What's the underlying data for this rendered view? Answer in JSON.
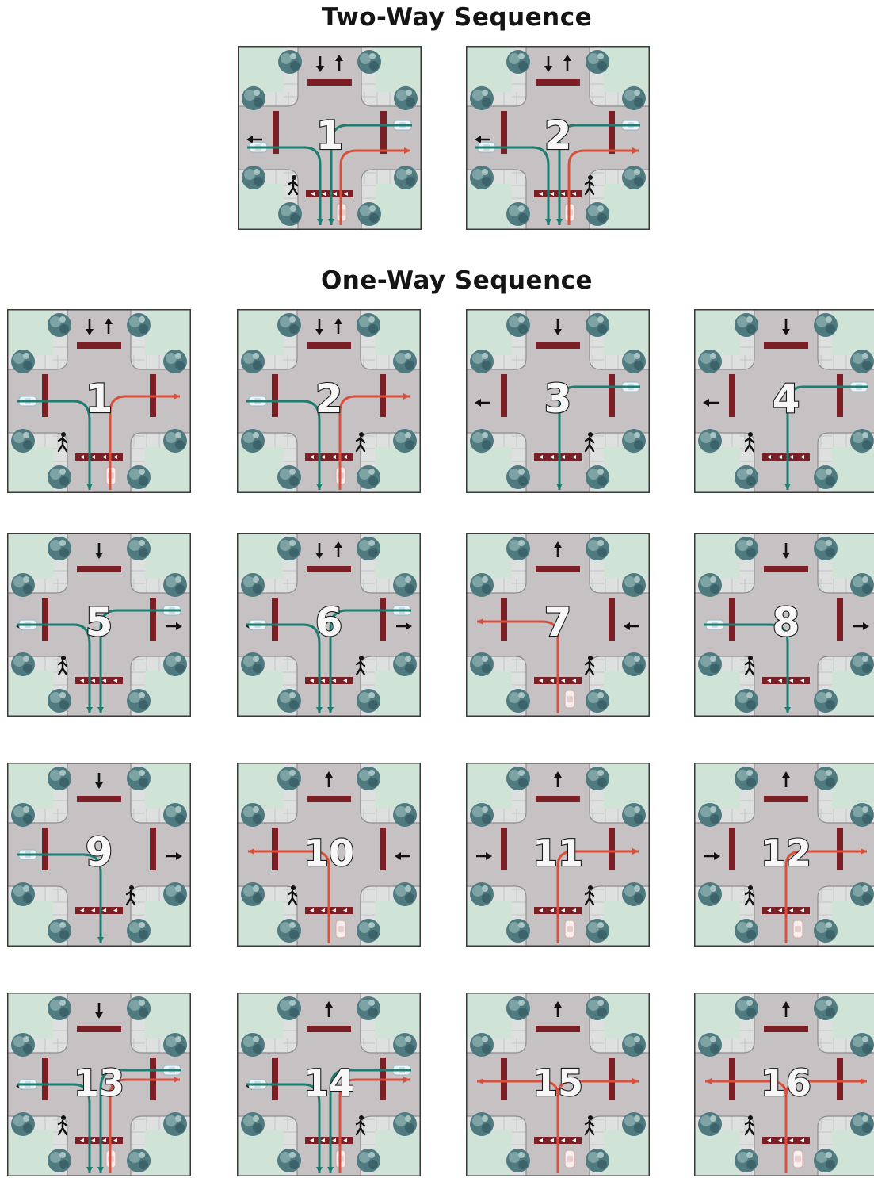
{
  "headings": {
    "two_way": "Two-Way Sequence",
    "one_way": "One-Way Sequence"
  },
  "colors": {
    "grass": "#cfe3d7",
    "sidewalk": "#dde0df",
    "road": "#c6c2c4",
    "stop_bar": "#7a1f26",
    "green_route": "#1f7c70",
    "red_route": "#d8503c",
    "tree": "#4f7b80",
    "frame": "#3a3a3a"
  },
  "two_way_sequence": [
    {
      "label": "1",
      "top_arrows": [
        "down",
        "up"
      ],
      "west_sign": "left",
      "east_sign": "",
      "pedestrian": "sw",
      "car_west": true,
      "car_east": true,
      "car_south": true,
      "routes": [
        "green:wE-s1",
        "green:e-s2",
        "red:s3-eE"
      ]
    },
    {
      "label": "2",
      "top_arrows": [
        "down",
        "up"
      ],
      "west_sign": "left",
      "east_sign": "",
      "pedestrian": "se",
      "car_west": true,
      "car_east": true,
      "car_south": true,
      "routes": [
        "green:wE-s1",
        "green:e-s2",
        "red:s3-eE"
      ]
    }
  ],
  "one_way_sequence": [
    {
      "label": "1",
      "top_arrows": [
        "down",
        "up"
      ],
      "west_sign": "",
      "east_sign": "",
      "pedestrian": "sw",
      "car_west": true,
      "car_east": false,
      "car_south": true,
      "routes": [
        "green:w-s1",
        "red:s3-eE"
      ]
    },
    {
      "label": "2",
      "top_arrows": [
        "down",
        "up"
      ],
      "west_sign": "",
      "east_sign": "",
      "pedestrian": "se",
      "car_west": true,
      "car_east": false,
      "car_south": true,
      "routes": [
        "green:w-s1",
        "red:s3-eE"
      ]
    },
    {
      "label": "3",
      "top_arrows": [
        "down"
      ],
      "west_sign": "left",
      "east_sign": "",
      "pedestrian": "se",
      "car_west": false,
      "car_east": true,
      "car_south": false,
      "routes": [
        "green:e-s2"
      ]
    },
    {
      "label": "4",
      "top_arrows": [
        "down"
      ],
      "west_sign": "left",
      "east_sign": "",
      "pedestrian": "sw",
      "car_west": false,
      "car_east": true,
      "car_south": false,
      "routes": [
        "green:e-s2"
      ]
    },
    {
      "label": "5",
      "top_arrows": [
        "down"
      ],
      "west_sign": "left",
      "east_sign": "right",
      "pedestrian": "sw",
      "car_west": true,
      "car_east": true,
      "car_south": false,
      "routes": [
        "green:w-s1",
        "green:e-s2"
      ]
    },
    {
      "label": "6",
      "top_arrows": [
        "down",
        "up"
      ],
      "west_sign": "left",
      "east_sign": "right",
      "pedestrian": "se",
      "car_west": true,
      "car_east": true,
      "car_south": false,
      "routes": [
        "green:w-s1",
        "green:e-s2"
      ]
    },
    {
      "label": "7",
      "top_arrows": [
        "up"
      ],
      "west_sign": "",
      "east_sign": "left",
      "pedestrian": "se",
      "car_west": false,
      "car_east": false,
      "car_south": true,
      "routes": [
        "red:s2-wW"
      ]
    },
    {
      "label": "8",
      "top_arrows": [
        "down"
      ],
      "west_sign": "",
      "east_sign": "right",
      "pedestrian": "sw",
      "car_west": true,
      "car_east": false,
      "car_south": false,
      "routes": [
        "green:w-s2"
      ]
    },
    {
      "label": "9",
      "top_arrows": [
        "down"
      ],
      "west_sign": "",
      "east_sign": "right",
      "pedestrian": "se",
      "car_west": true,
      "car_east": false,
      "car_south": false,
      "routes": [
        "green:w-s2"
      ]
    },
    {
      "label": "10",
      "top_arrows": [
        "up"
      ],
      "west_sign": "",
      "east_sign": "left",
      "pedestrian": "sw",
      "car_west": false,
      "car_east": false,
      "car_south": true,
      "routes": [
        "red:s2-wW"
      ]
    },
    {
      "label": "11",
      "top_arrows": [
        "up"
      ],
      "west_sign": "right",
      "east_sign": "",
      "pedestrian": "se",
      "car_west": false,
      "car_east": false,
      "car_south": true,
      "routes": [
        "red:s2-eE"
      ]
    },
    {
      "label": "12",
      "top_arrows": [
        "up"
      ],
      "west_sign": "right",
      "east_sign": "",
      "pedestrian": "sw",
      "car_west": false,
      "car_east": false,
      "car_south": true,
      "routes": [
        "red:s2-eE"
      ]
    },
    {
      "label": "13",
      "top_arrows": [
        "down"
      ],
      "west_sign": "left",
      "east_sign": "",
      "pedestrian": "sw",
      "car_west": true,
      "car_east": true,
      "car_south": true,
      "routes": [
        "green:w-s1",
        "green:e-s2",
        "red:s3-eE"
      ]
    },
    {
      "label": "14",
      "top_arrows": [
        "up"
      ],
      "west_sign": "left",
      "east_sign": "",
      "pedestrian": "se",
      "car_west": true,
      "car_east": true,
      "car_south": true,
      "routes": [
        "green:w-s1",
        "green:e-s2",
        "red:s3-eE"
      ]
    },
    {
      "label": "15",
      "top_arrows": [
        "up"
      ],
      "west_sign": "",
      "east_sign": "",
      "pedestrian": "se",
      "car_west": false,
      "car_east": false,
      "car_south": true,
      "routes": [
        "red:s2-wW",
        "red:s2-eE"
      ]
    },
    {
      "label": "16",
      "top_arrows": [
        "up"
      ],
      "west_sign": "",
      "east_sign": "",
      "pedestrian": "sw",
      "car_west": false,
      "car_east": false,
      "car_south": true,
      "routes": [
        "red:s2-wW",
        "red:s2-eE"
      ]
    }
  ]
}
